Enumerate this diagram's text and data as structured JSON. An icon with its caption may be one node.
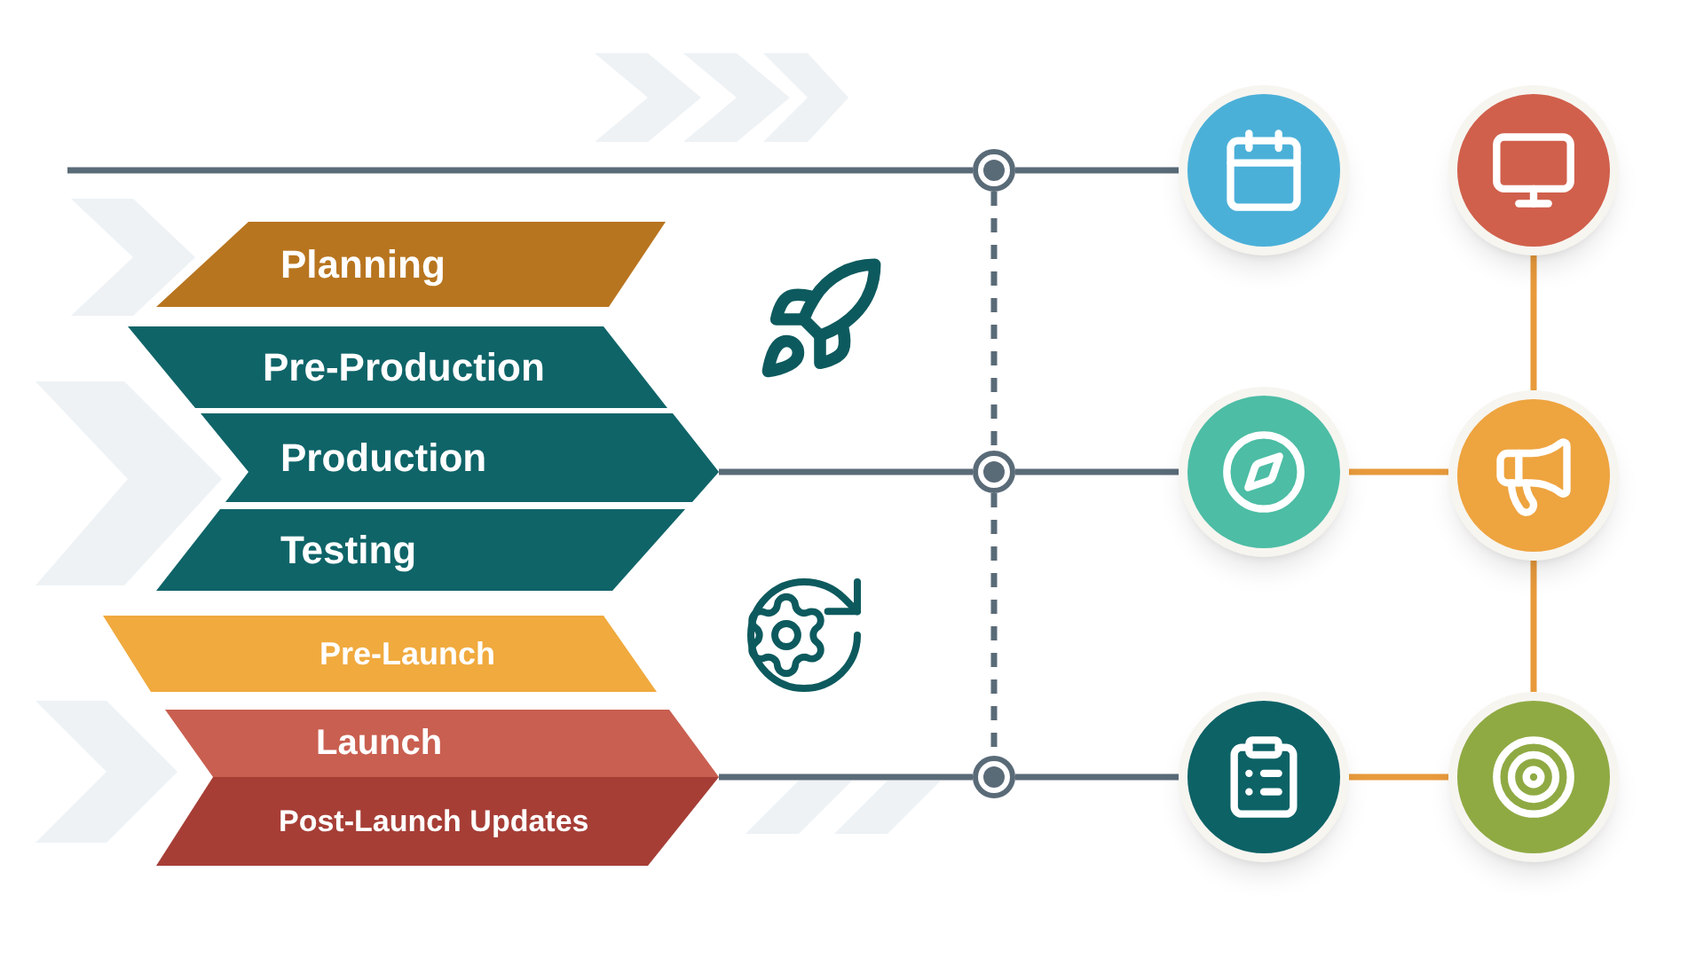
{
  "diagram": {
    "nodes": [
      {
        "text": [
          "Planning"
        ]
      },
      {
        "text": [
          "Pre-Production"
        ]
      },
      {
        "text": [
          "Production"
        ]
      },
      {
        "text": [
          "Testing"
        ]
      },
      {
        "text": [
          "Pre-Launch"
        ]
      },
      {
        "text": [
          "Launch"
        ]
      },
      {
        "text": [
          "Post-Launch Updates"
        ]
      },
      {
        "text": [],
        "shape": "circle"
      },
      {
        "text": [],
        "shape": "circle"
      },
      {
        "text": [],
        "shape": "circle"
      },
      {
        "text": [],
        "shape": "circle"
      },
      {
        "text": [],
        "shape": "circle"
      },
      {
        "text": [],
        "shape": "circle"
      },
      {
        "text": [],
        "shape": "circle"
      },
      {
        "text": [],
        "shape": "circle"
      },
      {
        "text": [],
        "shape": "circle"
      }
    ],
    "edges": [
      {
        "from": null,
        "to": 7,
        "arrow": "none"
      },
      {
        "from": 7,
        "to": 10,
        "arrow": "none"
      },
      {
        "from": 2,
        "to": 8,
        "arrow": "none"
      },
      {
        "from": 8,
        "to": 12,
        "arrow": "none"
      },
      {
        "from": 5,
        "to": 9,
        "arrow": "none"
      },
      {
        "from": 9,
        "to": 14,
        "arrow": "none"
      },
      {
        "from": 7,
        "to": 8,
        "arrow": "none",
        "style": "dashed"
      },
      {
        "from": 8,
        "to": 9,
        "arrow": "none",
        "style": "dashed"
      },
      {
        "from": 11,
        "to": 13,
        "arrow": "none",
        "color": "#e89a3c"
      },
      {
        "from": 12,
        "to": 13,
        "arrow": "none",
        "color": "#e89a3c"
      },
      {
        "from": 13,
        "to": 15,
        "arrow": "none",
        "color": "#e89a3c"
      },
      {
        "from": 14,
        "to": 15,
        "arrow": "none",
        "color": "#e89a3c"
      }
    ]
  }
}
